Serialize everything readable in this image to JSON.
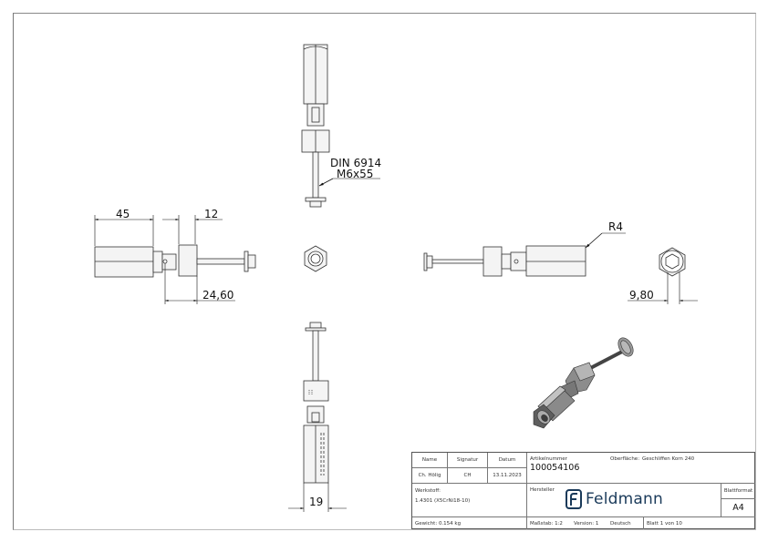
{
  "drawing": {
    "callouts": {
      "din_line1": "DIN 6914",
      "din_line2": "M6x55",
      "radius": "R4"
    },
    "dimensions": {
      "length_left": "45",
      "nut_width": "12",
      "offset": "24,60",
      "across_flats": "9,80",
      "bottom_width": "19"
    },
    "colors": {
      "line": "#333333",
      "frame": "#777777",
      "part_fill": "#f2f2f2",
      "iso_dark": "#5a5a5a",
      "iso_mid": "#8a8a8a",
      "iso_light": "#bdbdbd"
    }
  },
  "title_block": {
    "header": {
      "name": "Name",
      "signature": "Signatur",
      "date": "Datum"
    },
    "row": {
      "name": "Ch. Hölig",
      "signature": "CH",
      "date": "13.11.2023"
    },
    "article_label": "Artikelnummer",
    "article_number": "100054106",
    "surface_label": "Oberfläche:",
    "surface_value": "Geschliffen Korn 240",
    "material_label": "Werkstoff:",
    "material_value": "1.4301 (X5CrNi18-10)",
    "manufacturer_label": "Hersteller",
    "logo_text": "Feldmann",
    "sheet_format_label": "Blattformat",
    "sheet_format_value": "A4",
    "weight": "Gewicht: 0.154 kg",
    "scale": "Maßstab: 1:2",
    "version": "Version: 1",
    "language": "Deutsch",
    "sheet": "Blatt 1 von 10"
  }
}
